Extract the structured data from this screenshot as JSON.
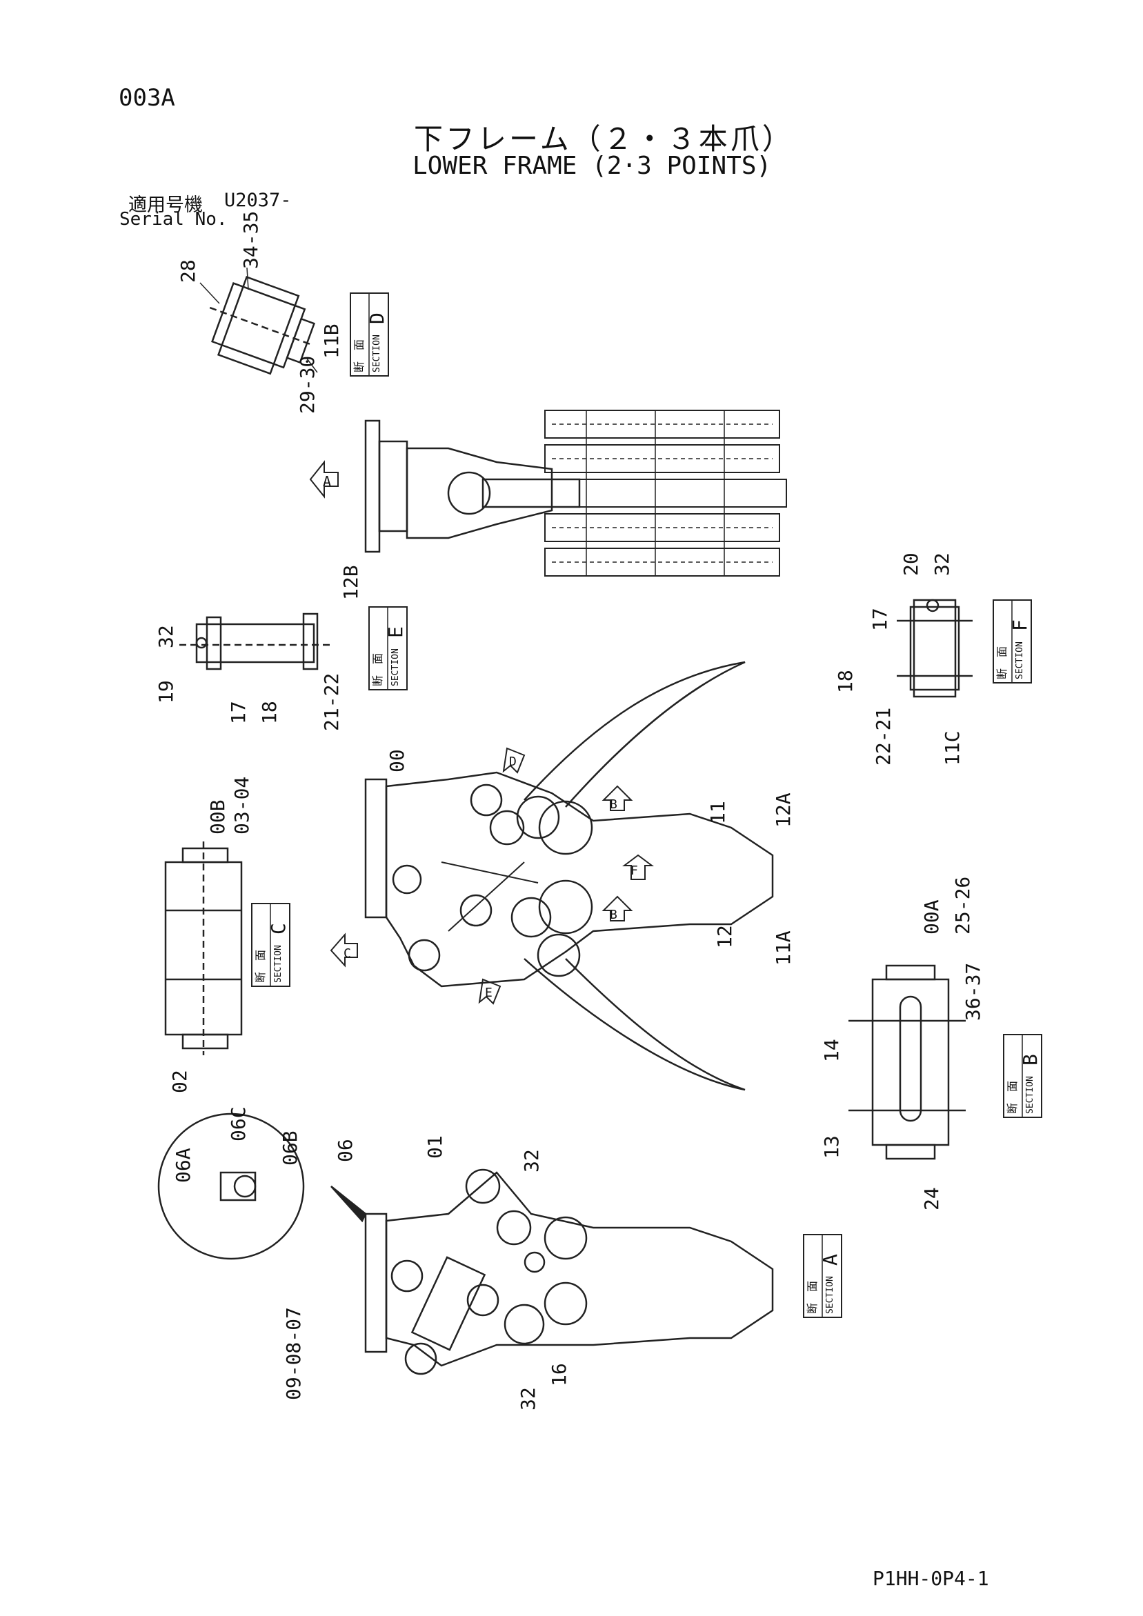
{
  "header": {
    "page_code": "003A",
    "title_jp": "下フレーム（２・３本爪）",
    "title_en": "LOWER FRAME (2·3 POINTS)",
    "serial_label_jp": "適用号機",
    "serial_value": "U2037-",
    "serial_label_en": "Serial No."
  },
  "footer": {
    "drawing_no": "P1HH-0P4-1"
  },
  "sections": {
    "stamp_jp": "断　面",
    "stamp_en": "SECTION",
    "letters": {
      "A": "A",
      "B": "B",
      "C": "C",
      "D": "D",
      "E": "E",
      "F": "F"
    }
  },
  "view_arrows": {
    "A": "A",
    "B1": "B",
    "B2": "B",
    "C": "C",
    "D": "D",
    "E": "E",
    "F": "F"
  },
  "part_labels": {
    "sd_28": "28",
    "sd_34_35": "34-35",
    "sd_11b": "11B",
    "sd_29_30": "29-30",
    "se_12b": "12B",
    "se_32": "32",
    "se_19": "19",
    "se_17": "17",
    "se_18": "18",
    "se_21_22": "21-22",
    "sf_20": "20",
    "sf_32": "32",
    "sf_17": "17",
    "sf_18": "18",
    "sf_22_21": "22-21",
    "sf_11c": "11C",
    "sc_00b": "00B",
    "sc_03_04": "03-04",
    "sc_02": "02",
    "mv_00": "00",
    "mv_11": "11",
    "mv_12a": "12A",
    "mv_12": "12",
    "mv_11a": "11A",
    "sb_00a": "00A",
    "sb_25_26": "25-26",
    "sb_36_37": "36-37",
    "sb_14": "14",
    "sb_13": "13",
    "sb_24": "24",
    "sa_06a": "06A",
    "sa_06c": "06C",
    "sa_06b": "06B",
    "sa_06": "06",
    "sa_01": "01",
    "sa_32_top": "32",
    "sa_09_08_07": "09-08-07",
    "sa_32_bottom": "32",
    "sa_16": "16"
  }
}
